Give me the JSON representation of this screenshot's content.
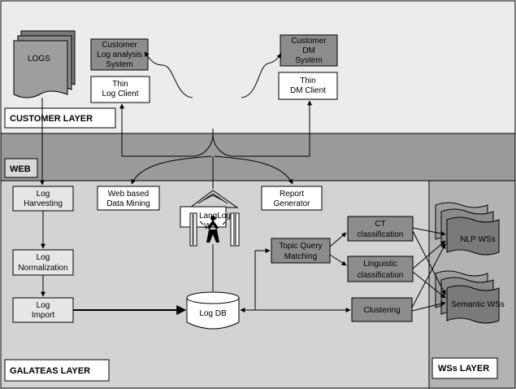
{
  "layers": {
    "customer": "CUSTOMER LAYER",
    "web": "WEB",
    "galateas": "GALATEAS LAYER",
    "wss": "WSs LAYER"
  },
  "nodes": {
    "logs": "LOGS",
    "customer_log_analysis": [
      "Customer",
      "Log analysis",
      "System"
    ],
    "thin_log_client": [
      "Thin",
      "Log Client"
    ],
    "customer_dm": [
      "Customer",
      "DM",
      "System"
    ],
    "thin_dm_client": [
      "Thin",
      "DM Client"
    ],
    "log_harvesting": [
      "Log",
      "Harvesting"
    ],
    "web_data_mining": [
      "Web based",
      "Data Mining"
    ],
    "langlog_top": "LangLog",
    "langlog_bottom": "W",
    "report_generator": [
      "Report",
      "Generator"
    ],
    "log_normalization": [
      "Log",
      "Normalization"
    ],
    "log_import": [
      "Log",
      "Import"
    ],
    "log_db": "Log DB",
    "topic_query": [
      "Topic Query",
      "Matching"
    ],
    "ct_classification": [
      "CT",
      "classification"
    ],
    "linguistic_classification": [
      "Linguistic",
      "classification"
    ],
    "clustering": "Clustering",
    "nlp_wss": "NLP WSs",
    "semantic_wss": "Semantic WSs"
  },
  "colors": {
    "customer_band": "#ececec",
    "web_band": "#9a9a9a",
    "galateas_band": "#d3d3d3",
    "wss_band": "#b3b3b3",
    "dark_box": "#8c8c8c",
    "light_box": "#e6e6e6",
    "white_box": "#ffffff",
    "line": "#000000"
  }
}
